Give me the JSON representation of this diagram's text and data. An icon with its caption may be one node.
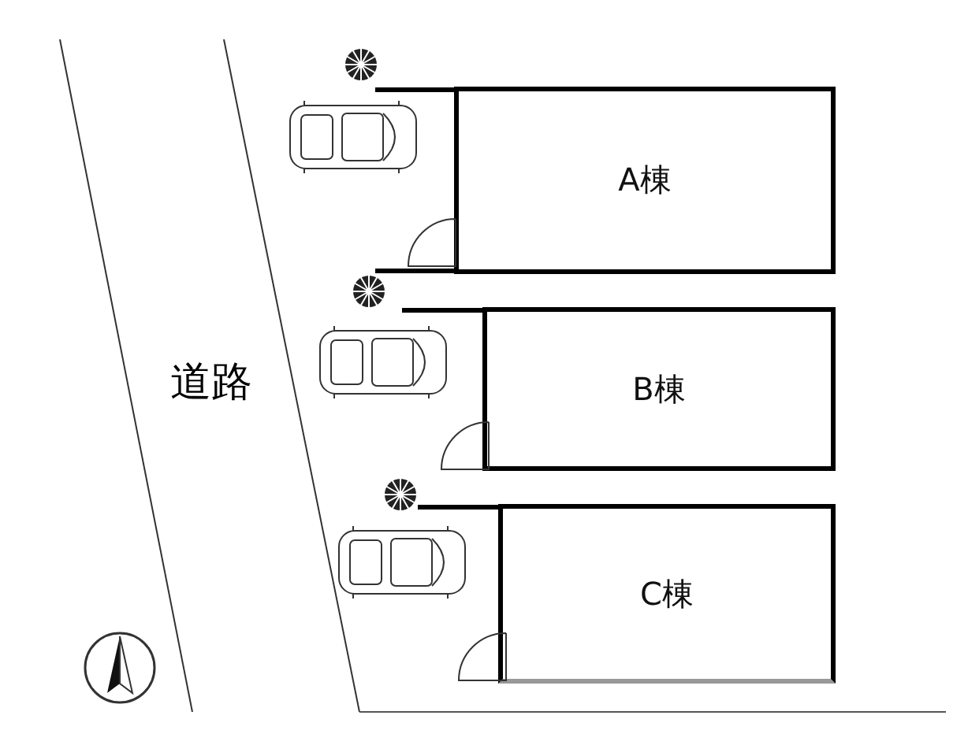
{
  "diagram": {
    "nodes": [
      {
        "text": [
          "道路"
        ]
      },
      {
        "text": [
          "A棟"
        ]
      },
      {
        "text": [
          "B棟"
        ]
      },
      {
        "text": [
          "C棟"
        ]
      }
    ]
  }
}
